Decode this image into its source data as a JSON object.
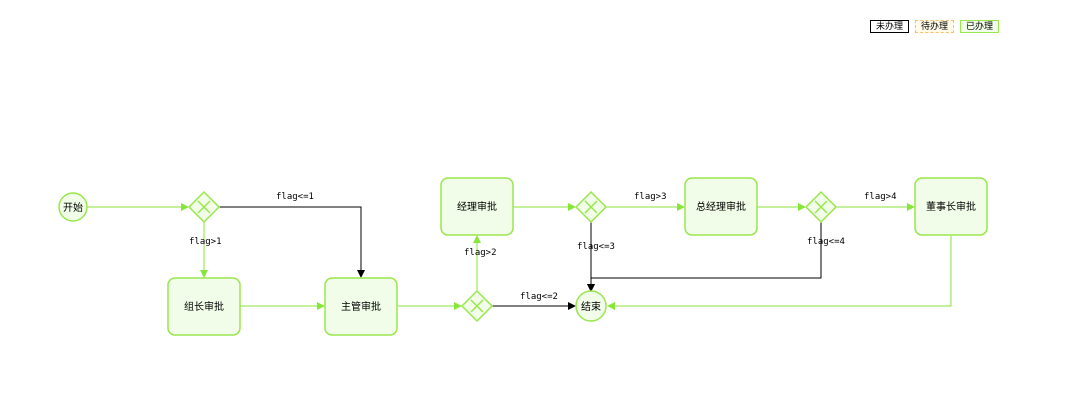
{
  "legend": {
    "todo": "未办理",
    "pending": "待办理",
    "done": "已办理"
  },
  "colors": {
    "done_stroke": "#99e64d",
    "done_fill": "#f1fde8",
    "done_edge": "#88e63a",
    "todo_edge": "#000000",
    "pending_stroke": "#f5c16c"
  },
  "nodes": {
    "start": "开始",
    "group_leader": "组长审批",
    "supervisor": "主管审批",
    "manager": "经理审批",
    "general_manager": "总经理审批",
    "chairman": "董事长审批",
    "end": "结束"
  },
  "conditions": {
    "g1_le1": "flag<=1",
    "g1_gt1": "flag>1",
    "g2_gt2": "flag>2",
    "g2_le2": "flag<=2",
    "g3_gt3": "flag>3",
    "g3_le3": "flag<=3",
    "g4_gt4": "flag>4",
    "g4_le4": "flag<=4"
  }
}
